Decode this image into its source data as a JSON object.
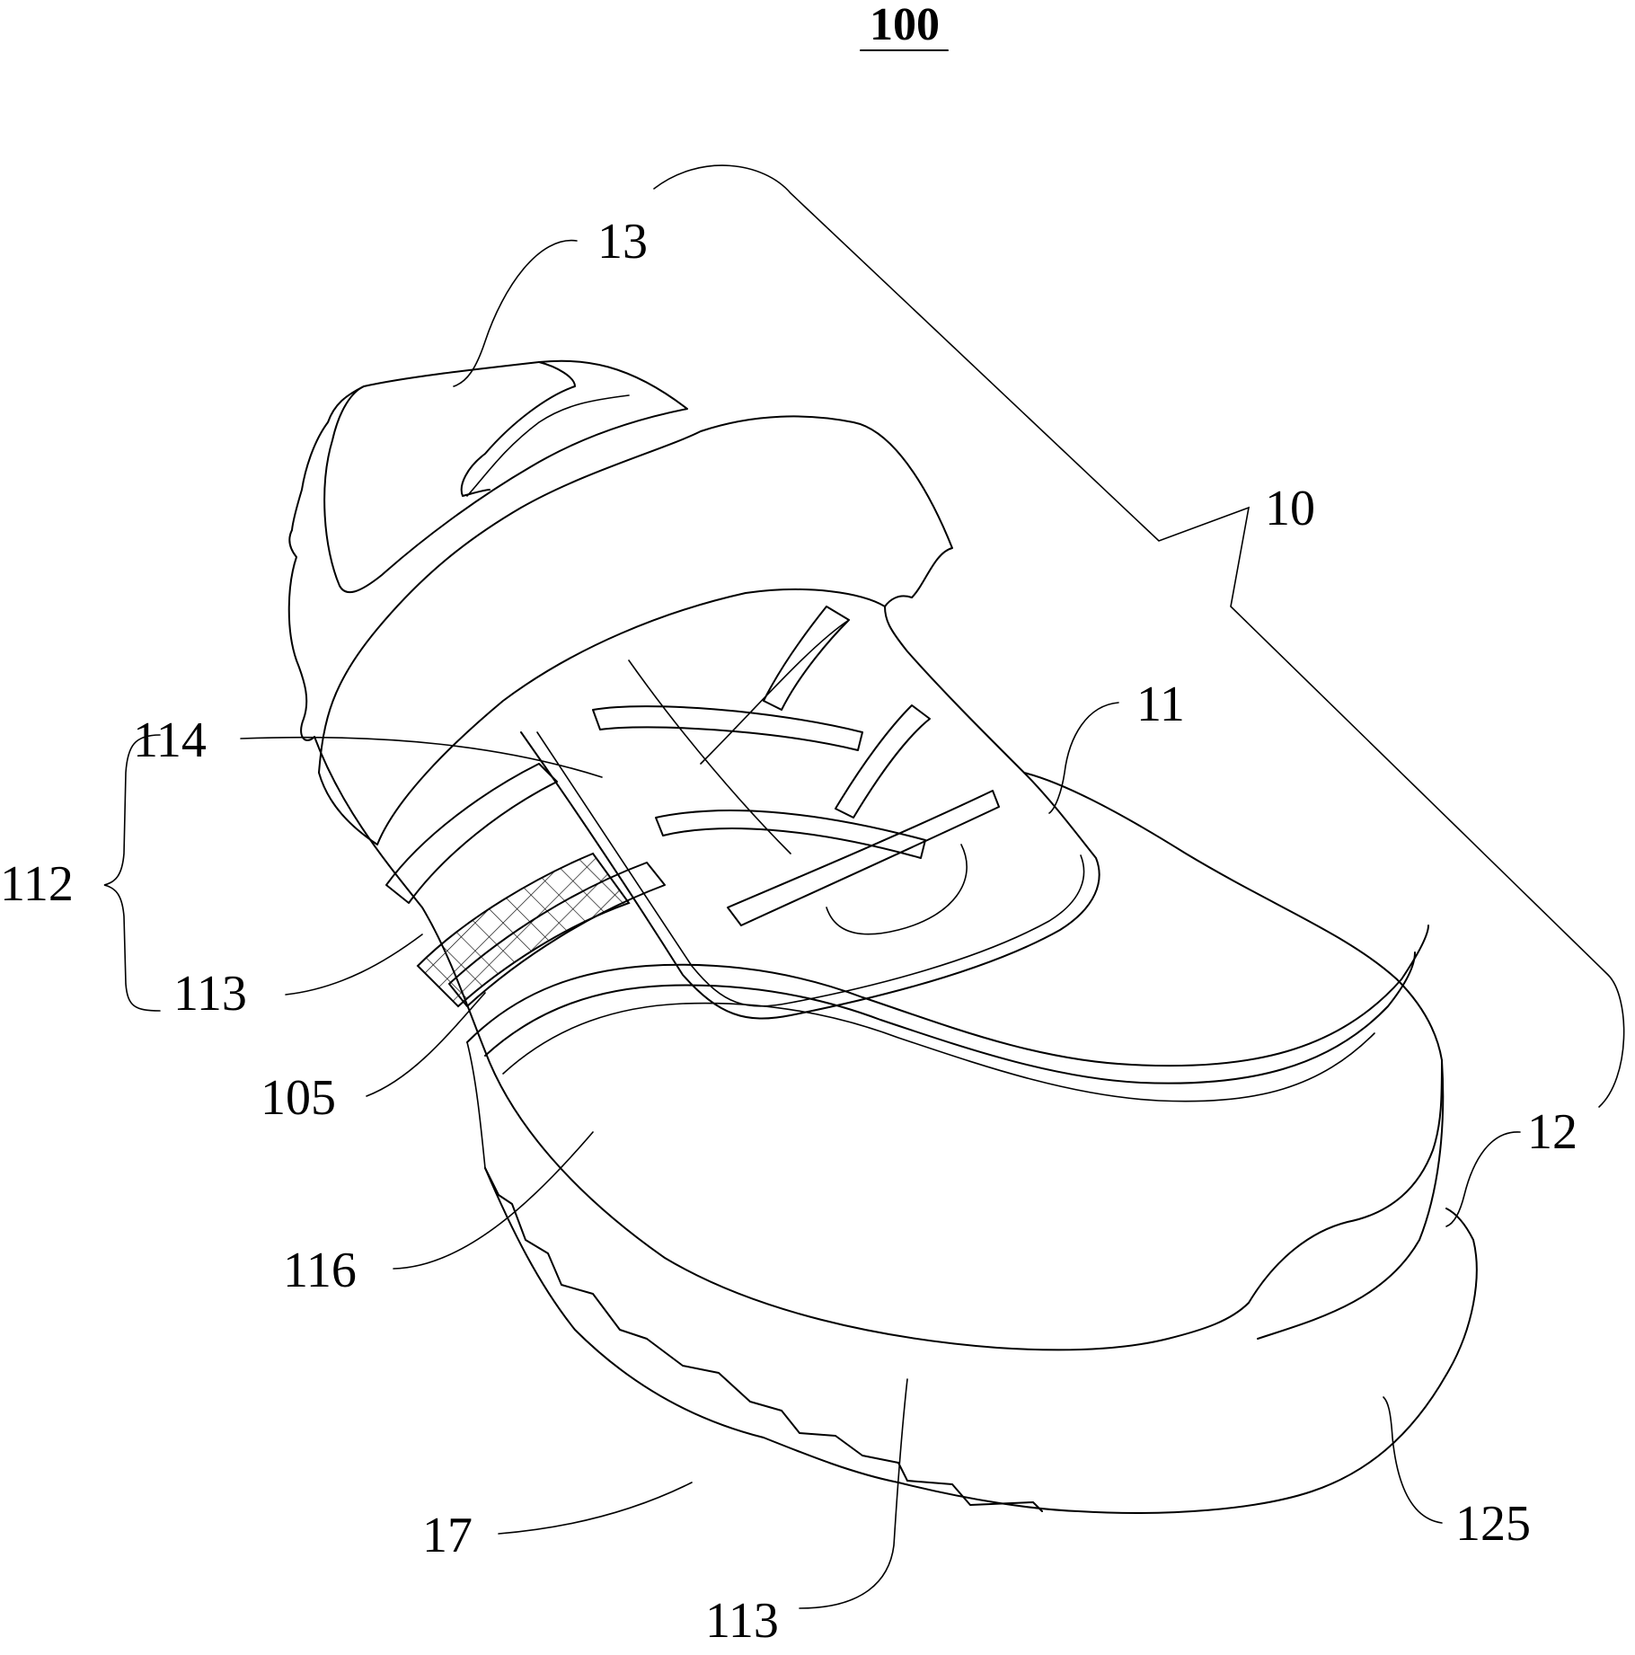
{
  "figure": {
    "title": "100",
    "labels": {
      "l13_top": "13",
      "l10": "10",
      "l11": "11",
      "l114": "114",
      "l112": "112",
      "l113_left": "113",
      "l105": "105",
      "l12": "12",
      "l116": "116",
      "l17": "17",
      "l125": "125",
      "l113_bottom": "113"
    }
  }
}
